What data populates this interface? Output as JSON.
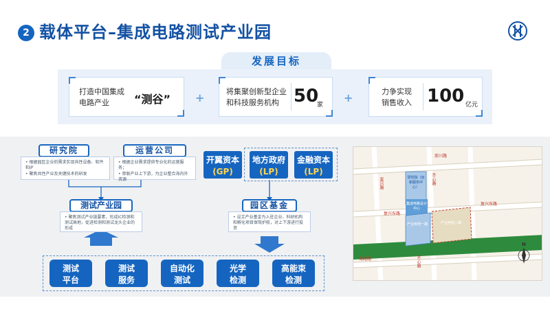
{
  "header": {
    "number": "2",
    "title": "载体平台–集成电路测试产业园"
  },
  "goals": {
    "tab": "发展目标",
    "plus": "+",
    "card1": {
      "line1": "打造中国集成",
      "line2": "电路产业",
      "highlight": "“测谷”"
    },
    "card2": {
      "line1": "将集聚创新型企业",
      "line2": "和科技服务机构",
      "value": "50",
      "unit": "家"
    },
    "card3": {
      "line1": "力争实现",
      "line2": "销售收入",
      "value": "100",
      "unit": "亿元"
    }
  },
  "orgs": {
    "research": {
      "title": "研究院",
      "items": [
        "• 根据园区企业的需求实现共性设备、软件和IP",
        "• 聚焦共性产业及关键技术的研发"
      ]
    },
    "ops": {
      "title": "运营公司",
      "items": [
        "• 根据企业需求提供专业化的运营服务；",
        "• 串联产业上下游，为企业整合海内外资源"
      ]
    },
    "park": {
      "title": "测试产业园",
      "items": [
        "• 聚焦测试产业链要素，形成IC检测和测试高地，促进检测和测试龙头企业的形成"
      ]
    },
    "fund": {
      "title": "园区基金",
      "items": [
        "• 设立产业基金为入驻企业、科研机构和孵化项目保驾护航，对上下游进行投资"
      ]
    }
  },
  "capitals": [
    {
      "name": "开翼资本",
      "role": "(GP)"
    },
    {
      "name": "地方政府",
      "role": "(LP)"
    },
    {
      "name": "金融资本",
      "role": "(LP)"
    }
  ],
  "services": [
    {
      "line1": "测试",
      "line2": "平台"
    },
    {
      "line1": "测试",
      "line2": "服务"
    },
    {
      "line1": "自动化",
      "line2": "测试"
    },
    {
      "line1": "光学",
      "line2": "检测"
    },
    {
      "line1": "高能束",
      "line2": "检测"
    }
  ],
  "map": {
    "road_top": "崇川路",
    "road_mid1": "复兴东路",
    "road_mid2": "复兴东路",
    "road_bottom": "海路路",
    "road_left_v": "复兴路",
    "road_v2": "齐心路",
    "road_v3": "齐心路",
    "area_a": "研究院（创新服务中心）",
    "area_b": "集成电路设计中心",
    "area_c": "产业用地一期",
    "area_d": "产业用地二期",
    "compass": "N",
    "colors": {
      "green_belt": "#2e8b3d",
      "blue_area": "#5f9ed8",
      "lightblue_area": "#a9c8e8",
      "tan_area": "#e6dcc1"
    }
  }
}
